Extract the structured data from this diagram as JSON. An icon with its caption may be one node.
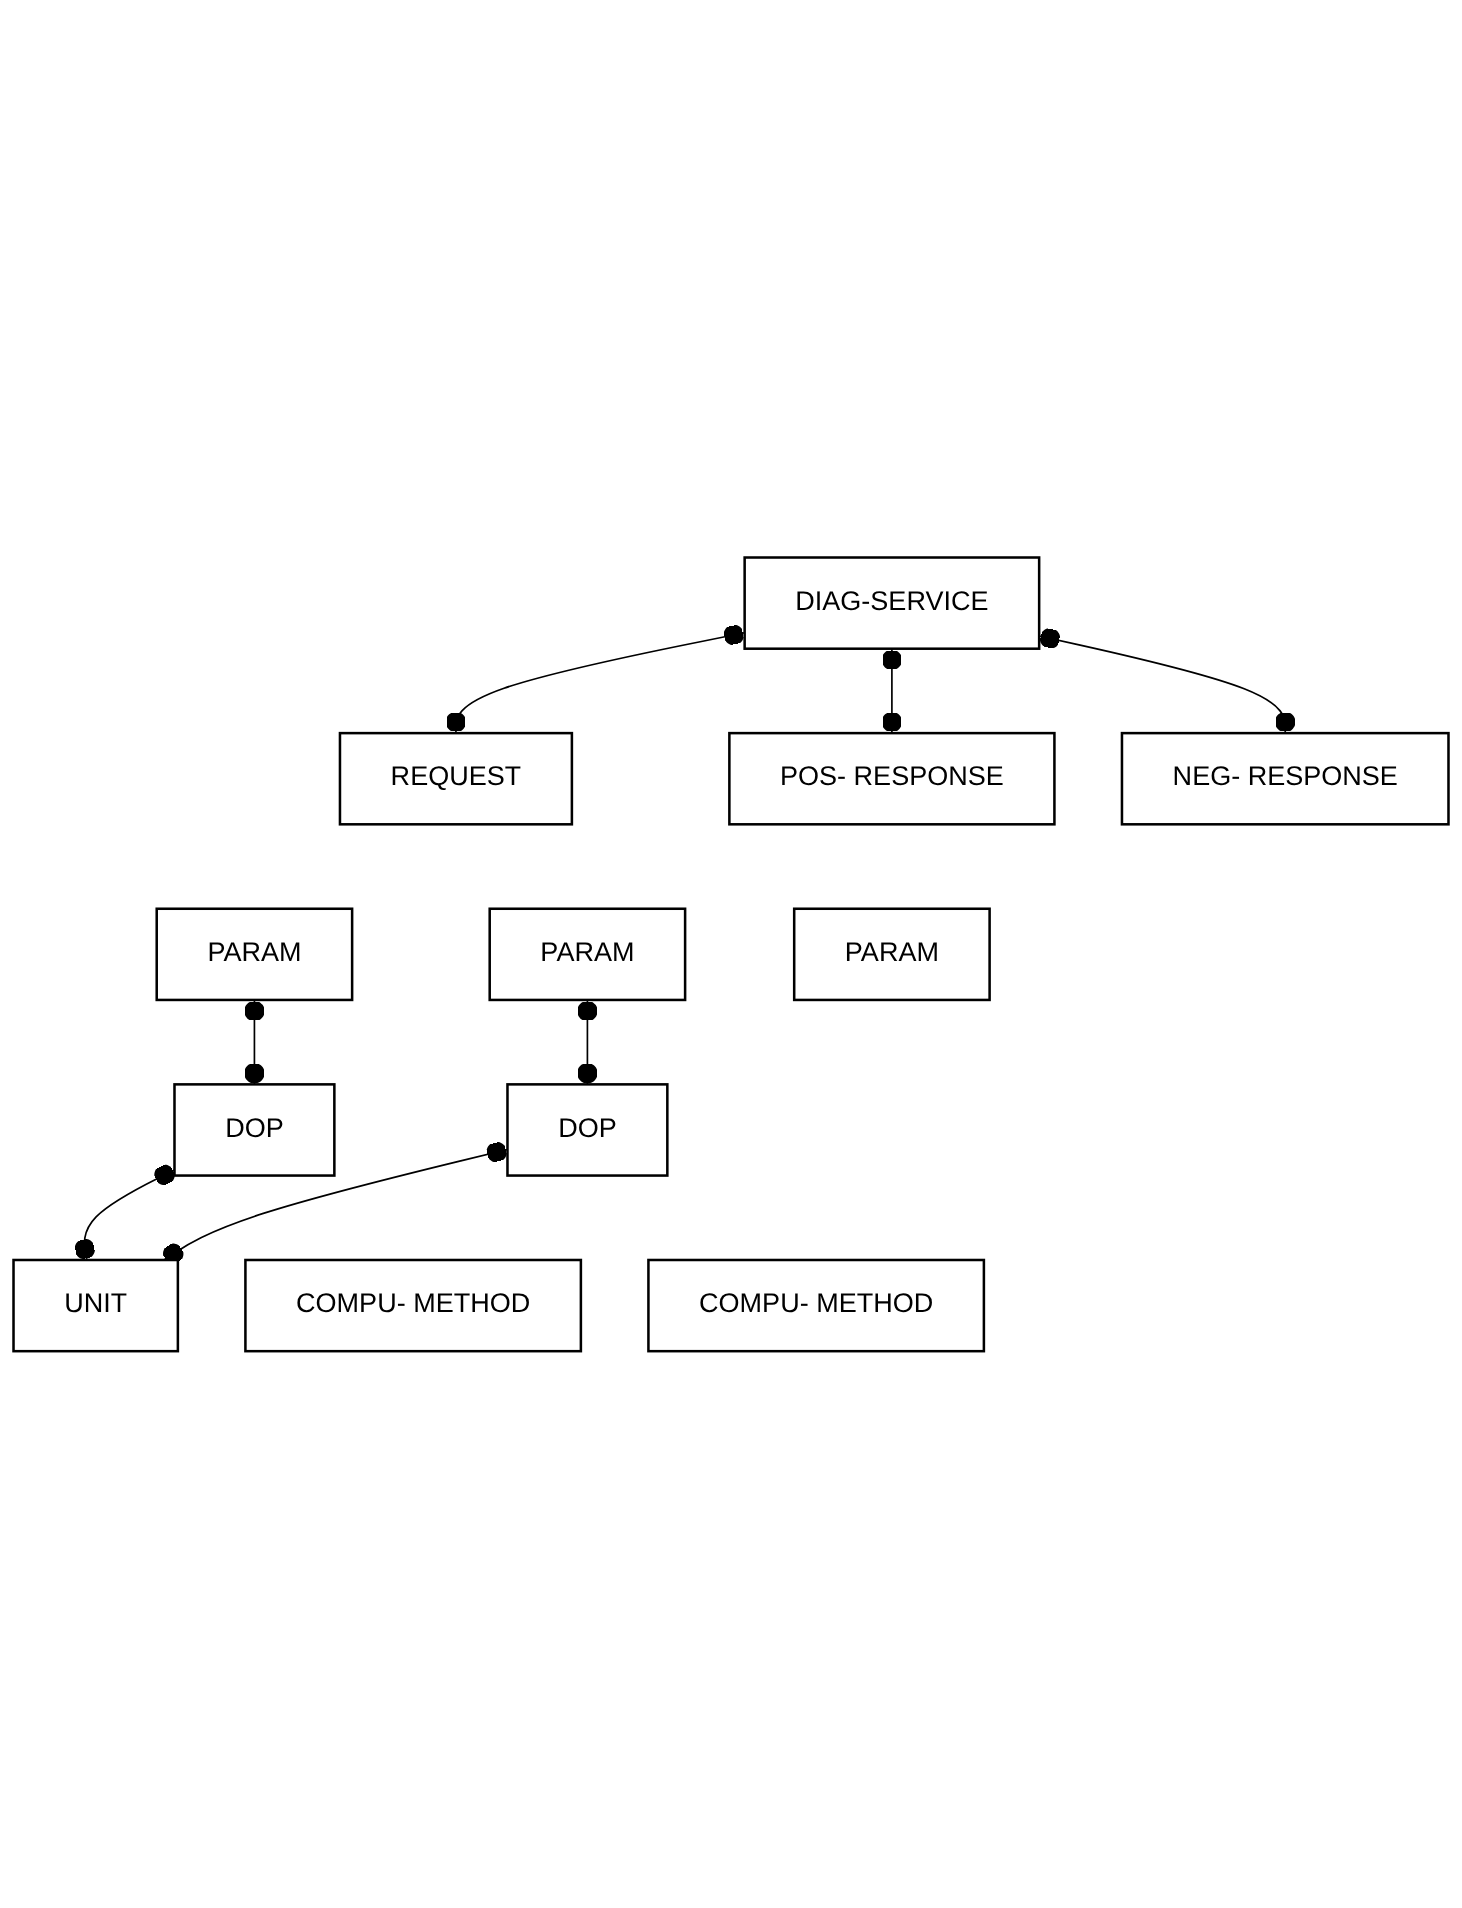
{
  "diagram": {
    "nodes": [
      {
        "text": [
          "DIAG-SERVICE"
        ]
      },
      {
        "text": [
          "REQUEST"
        ]
      },
      {
        "text": [
          "POS- RESPONSE"
        ]
      },
      {
        "text": [
          "NEG- RESPONSE"
        ]
      },
      {
        "text": [
          "PARAM"
        ]
      },
      {
        "text": [
          "PARAM"
        ]
      },
      {
        "text": [
          "PARAM"
        ]
      },
      {
        "text": [
          "DOP"
        ]
      },
      {
        "text": [
          "COMPU- METHOD"
        ]
      },
      {
        "text": [
          "DOP"
        ]
      },
      {
        "text": [
          "COMPU- METHOD"
        ]
      },
      {
        "text": [
          "UNIT"
        ]
      }
    ],
    "edges": [
      {
        "from": 0,
        "to": 1,
        "arrow": "other"
      },
      {
        "from": 0,
        "to": 2,
        "arrow": "other"
      },
      {
        "from": 0,
        "to": 3,
        "arrow": "other"
      },
      {
        "from": 4,
        "to": 7,
        "arrow": "other"
      },
      {
        "from": 5,
        "to": 9,
        "arrow": "other"
      },
      {
        "from": 7,
        "to": 11,
        "arrow": "other"
      },
      {
        "from": 9,
        "to": 11,
        "arrow": "other"
      }
    ]
  }
}
